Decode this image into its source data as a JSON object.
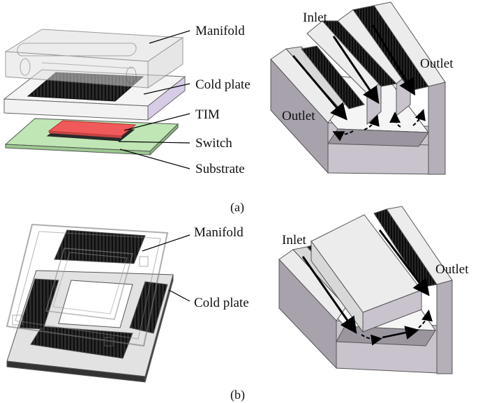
{
  "panel_a": {
    "labels": {
      "manifold": "Manifold",
      "cold_plate": "Cold plate",
      "tim": "TIM",
      "switch": "Switch",
      "substrate": "Substrate"
    },
    "flow_labels": {
      "inlet": "Inlet",
      "outlet_right": "Outlet",
      "outlet_left": "Outlet"
    },
    "caption": "(a)"
  },
  "panel_b": {
    "labels": {
      "manifold": "Manifold",
      "cold_plate": "Cold plate"
    },
    "flow_labels": {
      "inlet": "Inlet",
      "outlet": "Outlet"
    },
    "caption": "(b)"
  },
  "colors": {
    "tim": "#f05a5a",
    "substrate": "#bfe6b4",
    "cold_plate_side": "#d7cce6",
    "block_top": "#ececec",
    "block_front": "#c9c3cd",
    "block_side": "#a8a2ad",
    "fin_dark": "#1e1e1e"
  }
}
